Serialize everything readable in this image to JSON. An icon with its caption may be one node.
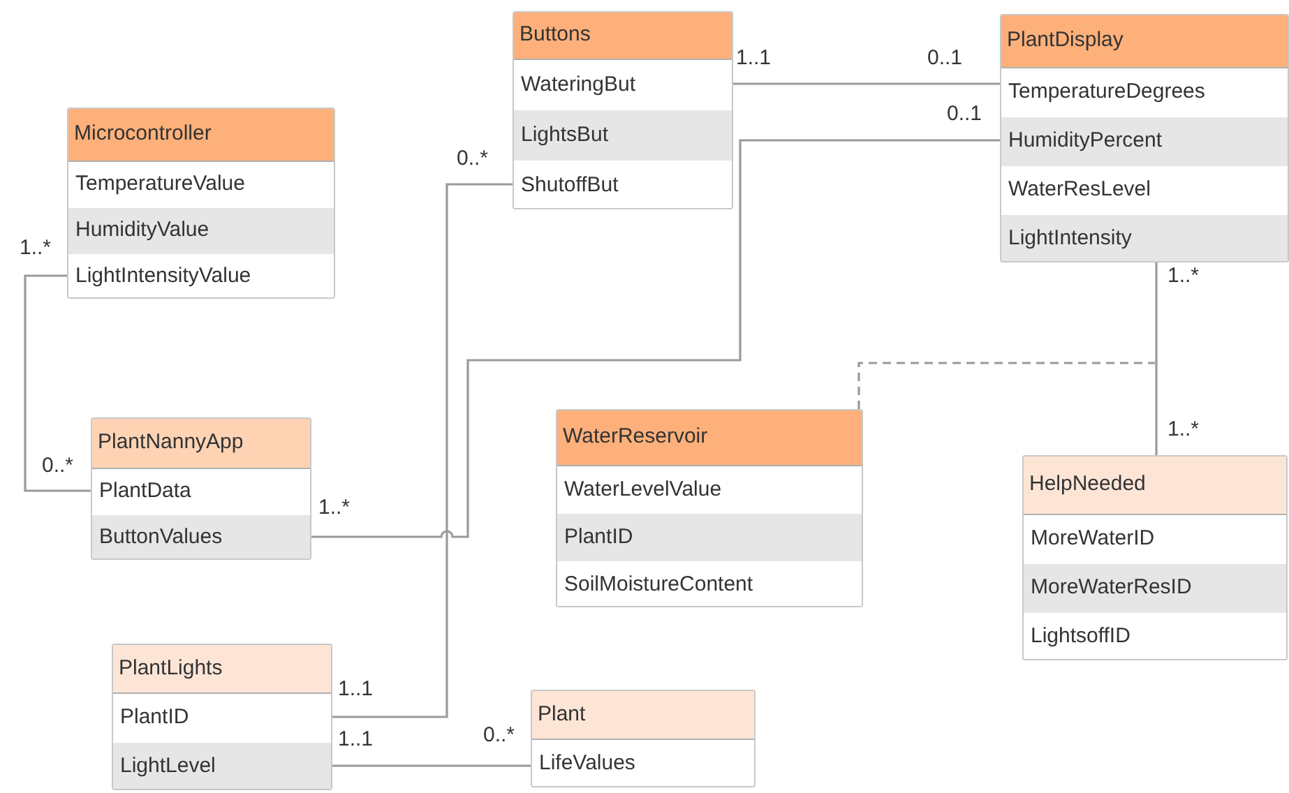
{
  "diagram": {
    "nodes": [
      {
        "text": [
          "Buttons",
          "WateringBut",
          "LightsBut",
          "ShutoffBut"
        ]
      },
      {
        "text": [
          "PlantDisplay",
          "TemperatureDegrees",
          "HumidityPercent",
          "WaterResLevel",
          "LightIntensity"
        ]
      },
      {
        "text": [
          "Microcontroller",
          "TemperatureValue",
          "HumidityValue",
          "LightIntensityValue"
        ]
      },
      {
        "text": [
          "PlantNannyApp",
          "PlantData",
          "ButtonValues"
        ]
      },
      {
        "text": [
          "WaterReservoir",
          "WaterLevelValue",
          "PlantID",
          "SoilMoistureContent"
        ]
      },
      {
        "text": [
          "HelpNeeded",
          "MoreWaterID",
          "MoreWaterResID",
          "LightsoffID"
        ]
      },
      {
        "text": [
          "PlantLights",
          "PlantID",
          "LightLevel"
        ]
      },
      {
        "text": [
          "Plant",
          "LifeValues"
        ]
      }
    ],
    "edges": [
      {
        "from": 0,
        "to": 1,
        "arrow": "none"
      },
      {
        "from": 1,
        "to": 3,
        "arrow": "none"
      },
      {
        "from": 0,
        "to": 6,
        "arrow": "none"
      },
      {
        "from": 2,
        "to": 3,
        "arrow": "none"
      },
      {
        "from": 1,
        "to": 5,
        "arrow": "none"
      },
      {
        "from": 4,
        "to": null,
        "arrow": "none",
        "style": "dashed"
      },
      {
        "from": 6,
        "to": 7,
        "arrow": "none"
      }
    ],
    "labels": [
      "1..1",
      "0..1",
      "0..1",
      "0..*",
      "1..*",
      "1..*",
      "1..*",
      "0..*",
      "1..*",
      "1..1",
      "1..1",
      "0..*"
    ]
  }
}
